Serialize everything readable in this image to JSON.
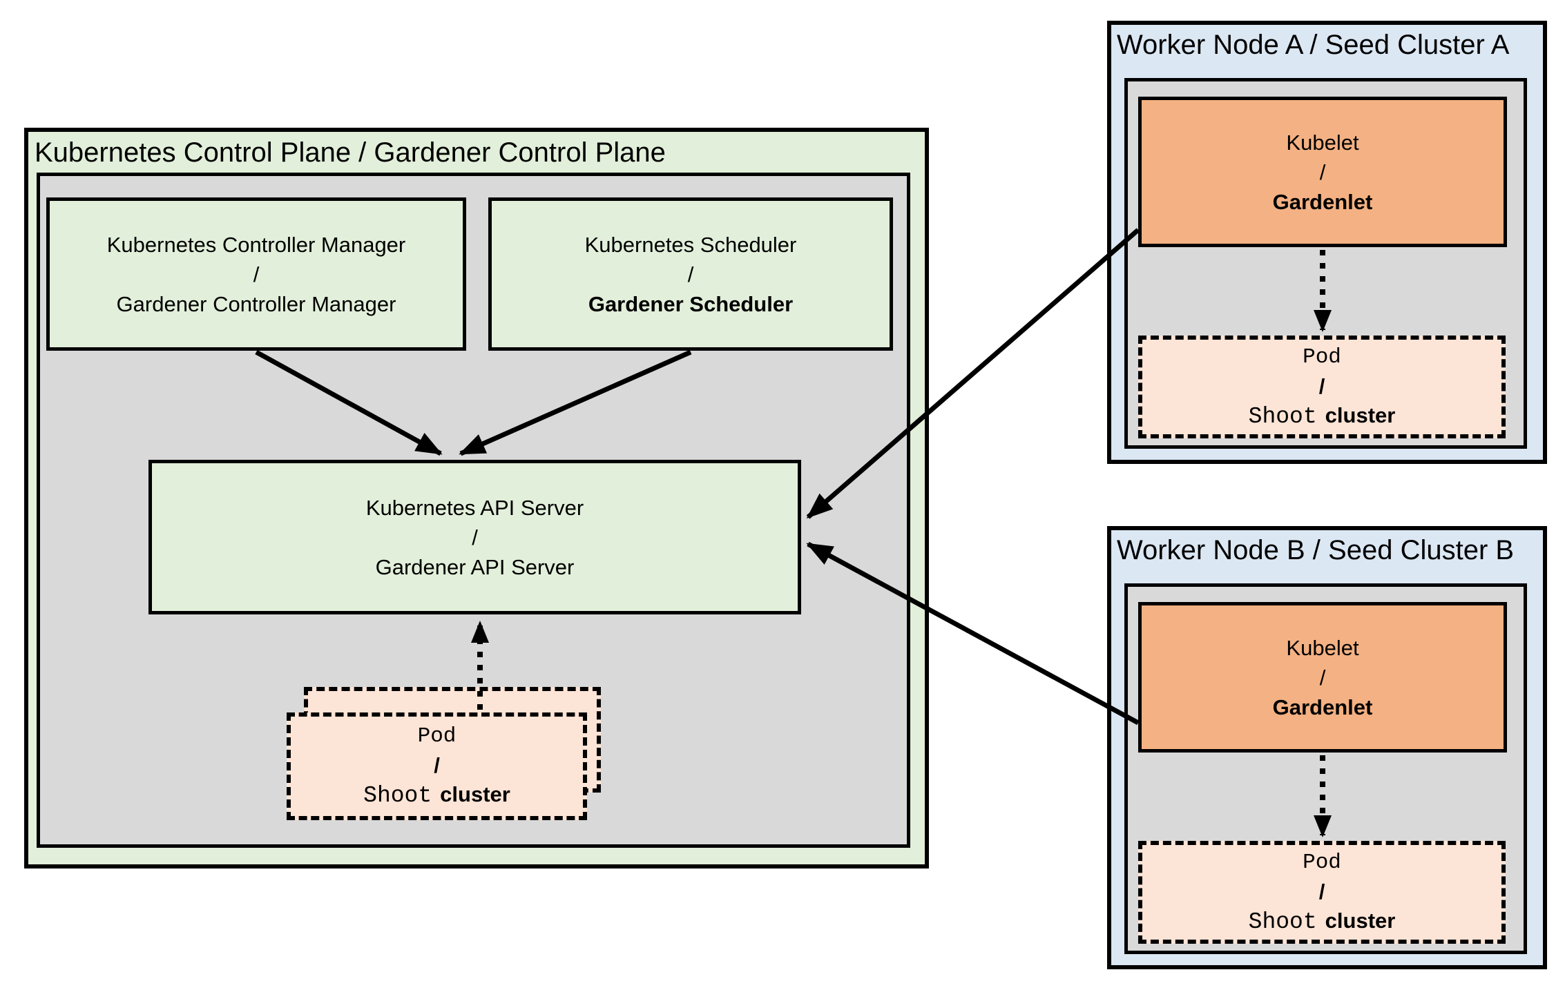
{
  "control_plane": {
    "title": "Kubernetes Control Plane / Gardener Control Plane",
    "controller_manager": {
      "line1": "Kubernetes Controller Manager",
      "separator": "/",
      "line2": "Gardener Controller Manager"
    },
    "scheduler": {
      "line1": "Kubernetes Scheduler",
      "separator": "/",
      "line2": "Gardener Scheduler"
    },
    "api_server": {
      "line1": "Kubernetes API Server",
      "separator": "/",
      "line2": "Gardener API Server"
    },
    "pod_stack": {
      "line1": "Pod",
      "separator": "/",
      "line2_mono": "Shoot",
      "line2_sans": "cluster"
    }
  },
  "workers": [
    {
      "title": "Worker Node A / Seed Cluster A",
      "kubelet": {
        "line1": "Kubelet",
        "separator": "/",
        "line2": "Gardenlet"
      },
      "pod": {
        "line1": "Pod",
        "separator": "/",
        "line2_mono": "Shoot",
        "line2_sans": "cluster"
      }
    },
    {
      "title": "Worker Node B / Seed Cluster B",
      "kubelet": {
        "line1": "Kubelet",
        "separator": "/",
        "line2": "Gardenlet"
      },
      "pod": {
        "line1": "Pod",
        "separator": "/",
        "line2_mono": "Shoot",
        "line2_sans": "cluster"
      }
    }
  ],
  "colors": {
    "green_fill": "#e2efda",
    "gray_fill": "#d9d9d9",
    "blue_fill": "#dbe7f3",
    "orange_fill": "#f4b183",
    "peach_fill": "#fce4d6",
    "line_color": "#000000"
  }
}
